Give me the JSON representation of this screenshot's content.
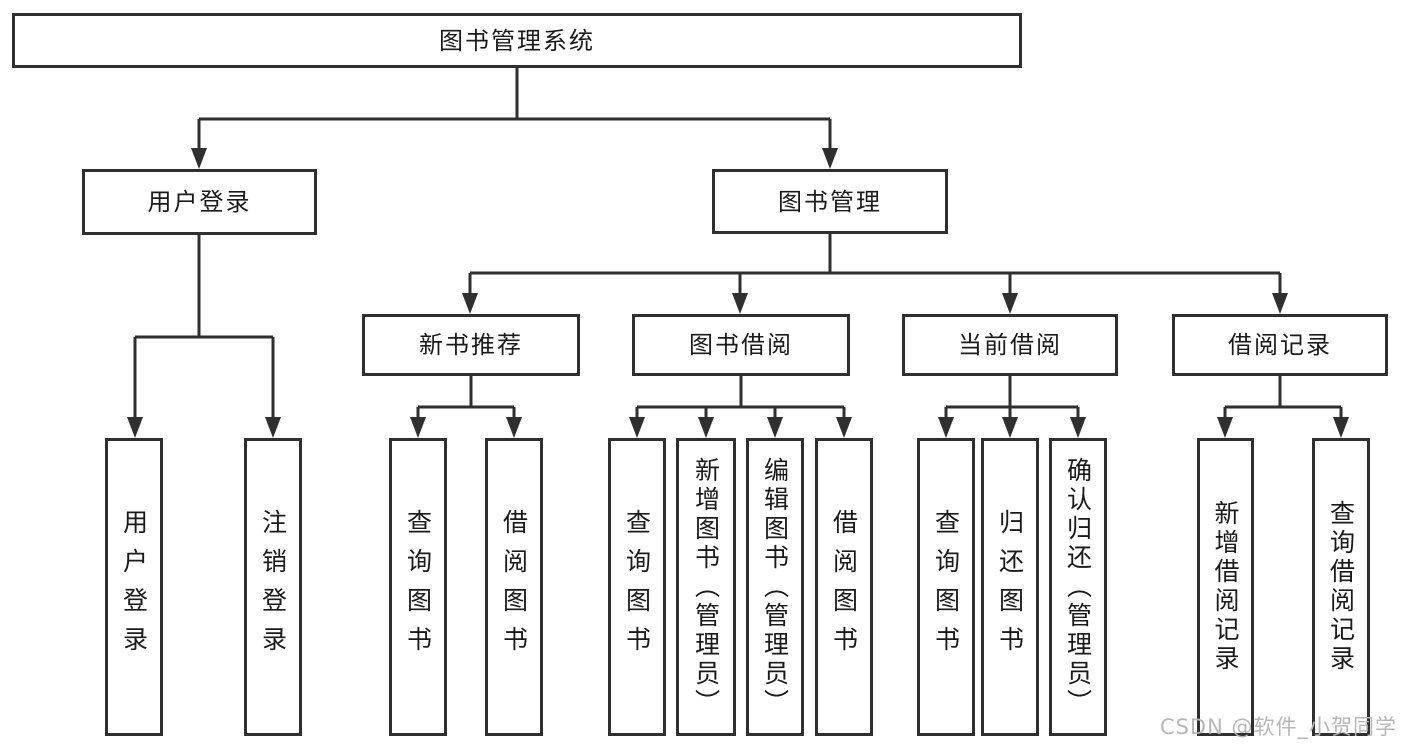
{
  "root_label": "图书管理系统",
  "level2": [
    {
      "label": "用户登录"
    },
    {
      "label": "图书管理"
    }
  ],
  "level3": [
    {
      "label": "新书推荐"
    },
    {
      "label": "图书借阅"
    },
    {
      "label": "当前借阅"
    },
    {
      "label": "借阅记录"
    }
  ],
  "leaves": [
    {
      "label": "用户登录"
    },
    {
      "label": "注销登录"
    },
    {
      "label": "查询图书"
    },
    {
      "label": "借阅图书"
    },
    {
      "label": "查询图书"
    },
    {
      "label": "新增图书（管理员）"
    },
    {
      "label": "编辑图书（管理员）"
    },
    {
      "label": "借阅图书"
    },
    {
      "label": "查询图书"
    },
    {
      "label": "归还图书"
    },
    {
      "label": "确认归还（管理员）"
    },
    {
      "label": "新增借阅记录"
    },
    {
      "label": "查询借阅记录"
    }
  ],
  "hierarchy": {
    "图书管理系统": {
      "用户登录": [
        "用户登录",
        "注销登录"
      ],
      "图书管理": {
        "新书推荐": [
          "查询图书",
          "借阅图书"
        ],
        "图书借阅": [
          "查询图书",
          "新增图书（管理员）",
          "编辑图书（管理员）",
          "借阅图书"
        ],
        "当前借阅": [
          "查询图书",
          "归还图书",
          "确认归还（管理员）"
        ],
        "借阅记录": [
          "新增借阅记录",
          "查询借阅记录"
        ]
      }
    }
  },
  "watermark": "CSDN @软件_小贺同学",
  "colors": {
    "line": "#2f2f2f",
    "text": "#1a1a1a",
    "box_background": "#ffffff",
    "watermark": "#b7b7b7",
    "background": "#ffffff"
  }
}
